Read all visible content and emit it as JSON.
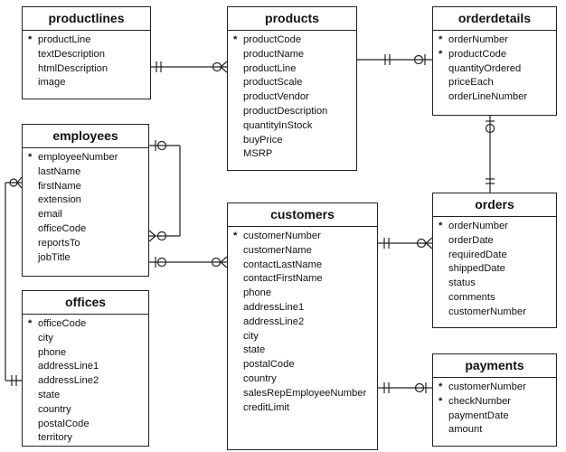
{
  "entities": {
    "productlines": {
      "title": "productlines",
      "fields": [
        {
          "name": "productLine",
          "pk": true
        },
        {
          "name": "textDescription",
          "pk": false
        },
        {
          "name": "htmlDescription",
          "pk": false
        },
        {
          "name": "image",
          "pk": false
        }
      ]
    },
    "products": {
      "title": "products",
      "fields": [
        {
          "name": "productCode",
          "pk": true
        },
        {
          "name": "productName",
          "pk": false
        },
        {
          "name": "productLine",
          "pk": false
        },
        {
          "name": "productScale",
          "pk": false
        },
        {
          "name": "productVendor",
          "pk": false
        },
        {
          "name": "productDescription",
          "pk": false
        },
        {
          "name": "quantityInStock",
          "pk": false
        },
        {
          "name": "buyPrice",
          "pk": false
        },
        {
          "name": "MSRP",
          "pk": false
        }
      ]
    },
    "orderdetails": {
      "title": "orderdetails",
      "fields": [
        {
          "name": "orderNumber",
          "pk": true
        },
        {
          "name": "productCode",
          "pk": true
        },
        {
          "name": "quantityOrdered",
          "pk": false
        },
        {
          "name": "priceEach",
          "pk": false
        },
        {
          "name": "orderLineNumber",
          "pk": false
        }
      ]
    },
    "employees": {
      "title": "employees",
      "fields": [
        {
          "name": "employeeNumber",
          "pk": true
        },
        {
          "name": "lastName",
          "pk": false
        },
        {
          "name": "firstName",
          "pk": false
        },
        {
          "name": "extension",
          "pk": false
        },
        {
          "name": "email",
          "pk": false
        },
        {
          "name": "officeCode",
          "pk": false
        },
        {
          "name": "reportsTo",
          "pk": false
        },
        {
          "name": "jobTitle",
          "pk": false
        }
      ]
    },
    "customers": {
      "title": "customers",
      "fields": [
        {
          "name": "customerNumber",
          "pk": true
        },
        {
          "name": "customerName",
          "pk": false
        },
        {
          "name": "contactLastName",
          "pk": false
        },
        {
          "name": "contactFirstName",
          "pk": false
        },
        {
          "name": "phone",
          "pk": false
        },
        {
          "name": "addressLine1",
          "pk": false
        },
        {
          "name": "addressLine2",
          "pk": false
        },
        {
          "name": "city",
          "pk": false
        },
        {
          "name": "state",
          "pk": false
        },
        {
          "name": "postalCode",
          "pk": false
        },
        {
          "name": "country",
          "pk": false
        },
        {
          "name": "salesRepEmployeeNumber",
          "pk": false
        },
        {
          "name": "creditLimit",
          "pk": false
        }
      ]
    },
    "orders": {
      "title": "orders",
      "fields": [
        {
          "name": "orderNumber",
          "pk": true
        },
        {
          "name": "orderDate",
          "pk": false
        },
        {
          "name": "requiredDate",
          "pk": false
        },
        {
          "name": "shippedDate",
          "pk": false
        },
        {
          "name": "status",
          "pk": false
        },
        {
          "name": "comments",
          "pk": false
        },
        {
          "name": "customerNumber",
          "pk": false
        }
      ]
    },
    "offices": {
      "title": "offices",
      "fields": [
        {
          "name": "officeCode",
          "pk": true
        },
        {
          "name": "city",
          "pk": false
        },
        {
          "name": "phone",
          "pk": false
        },
        {
          "name": "addressLine1",
          "pk": false
        },
        {
          "name": "addressLine2",
          "pk": false
        },
        {
          "name": "state",
          "pk": false
        },
        {
          "name": "country",
          "pk": false
        },
        {
          "name": "postalCode",
          "pk": false
        },
        {
          "name": "territory",
          "pk": false
        }
      ]
    },
    "payments": {
      "title": "payments",
      "fields": [
        {
          "name": "customerNumber",
          "pk": true
        },
        {
          "name": "checkNumber",
          "pk": true
        },
        {
          "name": "paymentDate",
          "pk": false
        },
        {
          "name": "amount",
          "pk": false
        }
      ]
    }
  }
}
